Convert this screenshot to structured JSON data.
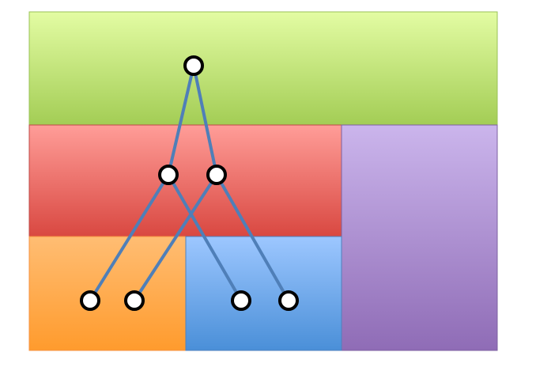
{
  "diagram": {
    "regions": [
      {
        "id": "green",
        "gradient": [
          "#e3fca3",
          "#a3cd55"
        ],
        "border": "#98c257"
      },
      {
        "id": "red",
        "gradient": [
          "#ff9d98",
          "#d94841"
        ],
        "border": "#be4a47"
      },
      {
        "id": "purple",
        "gradient": [
          "#cbb5ec",
          "#8f6cb6"
        ],
        "border": "#7d60a0"
      },
      {
        "id": "orange",
        "gradient": [
          "#ffbd73",
          "#ff9b2d"
        ],
        "border": "#f69240"
      },
      {
        "id": "blue",
        "gradient": [
          "#9dc7ff",
          "#4a8fd8"
        ],
        "border": "#4f81bd"
      }
    ],
    "nodes": [
      {
        "id": "root"
      },
      {
        "id": "mid-left"
      },
      {
        "id": "mid-right"
      },
      {
        "id": "leaf-1"
      },
      {
        "id": "leaf-2"
      },
      {
        "id": "leaf-3"
      },
      {
        "id": "leaf-4"
      }
    ],
    "edges": [
      {
        "from": "root",
        "to": "mid-left"
      },
      {
        "from": "root",
        "to": "mid-right"
      },
      {
        "from": "mid-left",
        "to": "leaf-1"
      },
      {
        "from": "mid-left",
        "to": "leaf-3"
      },
      {
        "from": "mid-right",
        "to": "leaf-2"
      },
      {
        "from": "mid-right",
        "to": "leaf-4"
      }
    ],
    "colors": {
      "edge": "#4f7fb8",
      "node_fill": "#ffffff",
      "node_stroke": "#000000"
    }
  }
}
